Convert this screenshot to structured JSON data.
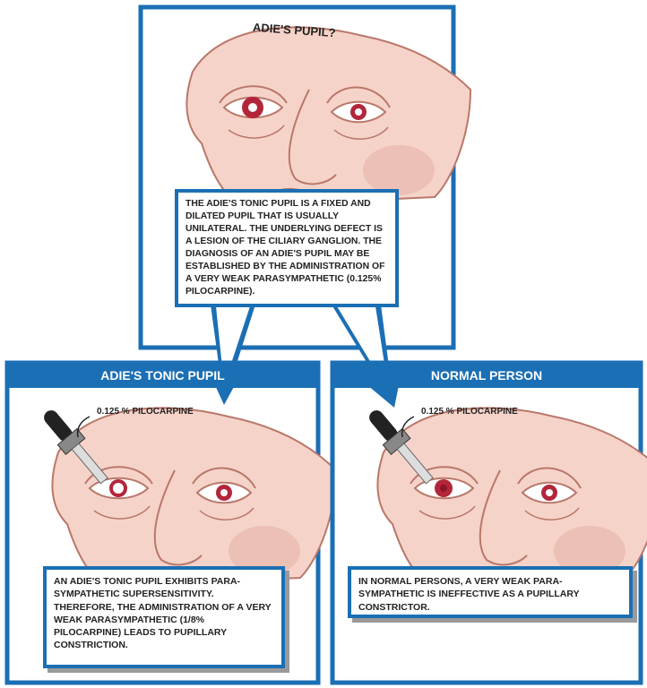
{
  "colors": {
    "frame": "#1b6fb4",
    "skin": "#f6d3c9",
    "skin_line": "#b9786a",
    "iris": "#b3263a"
  },
  "top_panel": {
    "title": "ADIE'S PUPIL?",
    "description": "THE ADIE'S TONIC PUPIL IS A FIXED AND DILATED PUPIL THAT IS USUALLY UNILATERAL. THE UNDERLYING DEFECT IS A LESION OF THE CILIARY GANGLION. THE DIAGNOSIS OF AN ADIE'S PUPIL MAY BE ESTABLISHED BY THE ADMINISTRATION OF A VERY WEAK PARASYMPATHETIC (0.125% PILOCARPINE)."
  },
  "left_panel": {
    "header": "ADIE'S TONIC PUPIL",
    "drop_label": "0.125 % PILOCARPINE",
    "description": "AN ADIE'S TONIC PUPIL EXHIBITS PARA-SYMPATHETIC SUPERSENSITIVITY. THEREFORE, THE ADMINISTRATION OF A VERY WEAK PARASYMPATHETIC (1/8% PILOCARPINE) LEADS TO PUPILLARY CONSTRICTION."
  },
  "right_panel": {
    "header": "NORMAL PERSON",
    "drop_label": "0.125 % PILOCARPINE",
    "description": "IN NORMAL PERSONS, A VERY WEAK PARA-SYMPATHETIC IS INEFFECTIVE AS A PUPILLARY CONSTRICTOR."
  }
}
